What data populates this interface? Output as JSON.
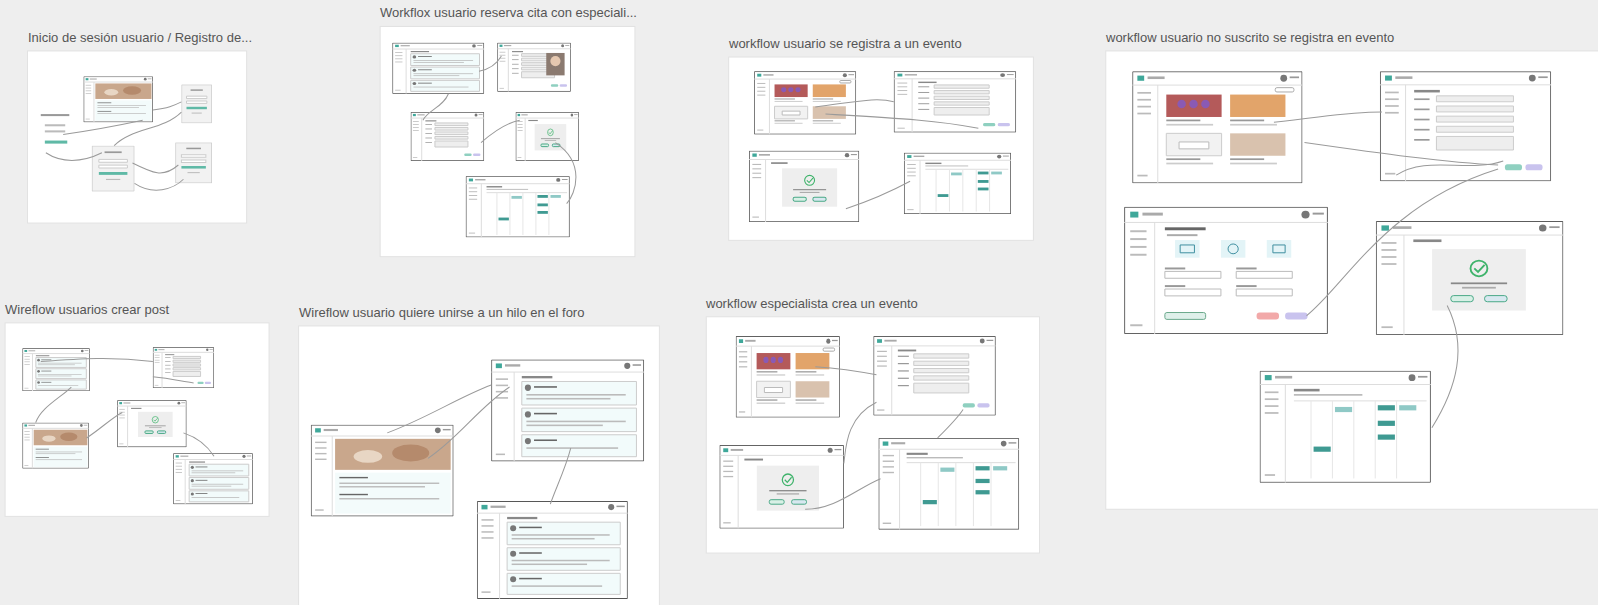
{
  "diagram": {
    "nodes": [
      {
        "text": [
          "Inicio de sesión usuario / Registro de..."
        ]
      },
      {
        "text": [
          "Workflox usuario reserva cita con especiali..."
        ]
      },
      {
        "text": [
          "workflow usuario se registra a un evento"
        ]
      },
      {
        "text": [
          "workflow usuario no suscrito se registra en evento"
        ]
      },
      {
        "text": [
          "Wireflow usuarios crear post"
        ]
      },
      {
        "text": [
          "Wireflow usuario quiere unirse a un hilo en el foro"
        ]
      },
      {
        "text": [
          "workflow especialista crea un evento"
        ]
      }
    ]
  }
}
